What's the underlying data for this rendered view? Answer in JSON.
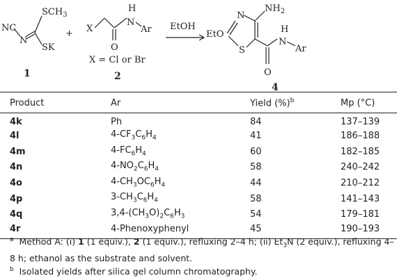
{
  "scheme": {
    "compound1": {
      "label": "1",
      "atoms": {
        "nc": "NC",
        "n": "N",
        "s1": "SCH",
        "s1_sub": "3",
        "sk": "SK"
      }
    },
    "plus": "+",
    "compound2": {
      "label": "2",
      "atoms": {
        "x": "X",
        "o": "O",
        "h": "H",
        "n": "N",
        "ar": "Ar"
      },
      "note": "X = Cl or Br"
    },
    "reagent": "EtOH",
    "compound4": {
      "label": "4",
      "atoms": {
        "n_ring": "N",
        "nh2": "NH",
        "nh2_sub": "2",
        "eto": "EtO",
        "s": "S",
        "o": "O",
        "h": "H",
        "n": "N",
        "ar": "Ar"
      }
    }
  },
  "table": {
    "headers": {
      "product": "Product",
      "ar": "Ar",
      "yield": "Yield (%)",
      "yield_sup": "b",
      "mp": "Mp (°C)"
    },
    "rows": [
      {
        "product": "4k",
        "ar": "Ph",
        "yield": "84",
        "mp": "137–139"
      },
      {
        "product": "4l",
        "ar": "4-CF3C6H4",
        "yield": "41",
        "mp": "186–188"
      },
      {
        "product": "4m",
        "ar": "4-FC6H4",
        "yield": "60",
        "mp": "182–185"
      },
      {
        "product": "4n",
        "ar": "4-NO2C6H4",
        "yield": "58",
        "mp": "240–242"
      },
      {
        "product": "4o",
        "ar": "4-CH3OC6H4",
        "yield": "44",
        "mp": "210–212"
      },
      {
        "product": "4p",
        "ar": "3-CH3C6H4",
        "yield": "58",
        "mp": "141–143"
      },
      {
        "product": "4q",
        "ar": "3,4-(CH3O)2C6H3",
        "yield": "54",
        "mp": "179–181"
      },
      {
        "product": "4r",
        "ar": "4-Phenoxyphenyl",
        "yield": "45",
        "mp": "190–193"
      }
    ]
  },
  "footnotes": {
    "a_mark": "a",
    "a_text": "Method A: (i) 1 (1 equiv.), 2 (1 equiv.), refluxing 2–4 h; (ii) Et3N (2 equiv.), refluxing 4–8 h; ethanol as the substrate and solvent.",
    "b_mark": "b",
    "b_text": "Isolated yields after silica gel column chromatography."
  }
}
